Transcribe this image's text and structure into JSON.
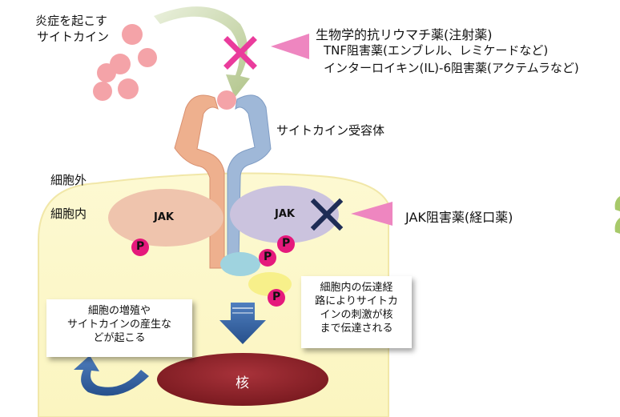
{
  "labels": {
    "cytokine": [
      "炎症を起こす",
      "サイトカイン"
    ],
    "drug_injection": "生物学的抗リウマチ薬(注射薬)",
    "tnf_drugs": "TNF阻害薬(エンブレル、レミケードなど)",
    "il6_drugs": "インターロイキン(IL)-6阻害薬(アクテムラなど)",
    "receptor": "サイトカイン受容体",
    "outside_cell": "細胞外",
    "inside_cell": "細胞内",
    "jak_left": "JAK",
    "jak_right": "JAK",
    "jak_inhibitor": "JAK阻害薬(経口薬)",
    "phosphate": "P",
    "nucleus": "核",
    "signal_box": [
      "細胞内の伝達経",
      "路によりサイトカ",
      "インの刺激が核",
      "まで伝達される"
    ],
    "outcome_box": [
      "細胞の増殖や",
      "サイトカインの産生な",
      "どが起こる"
    ]
  },
  "colors": {
    "cell_fill": "#fbf7c9",
    "jak_left": "#efc4ad",
    "jak_right": "#cbc3de",
    "phosphate": "#e5197c",
    "cross_pink": "#ea3c9c",
    "cross_navy": "#1e2c55",
    "pointer_pink": "#ee86c0",
    "nucleus": "#8b1f25",
    "arrow_blue": "#2f5f9e",
    "cytokine_dot": "#f4a3a8"
  }
}
